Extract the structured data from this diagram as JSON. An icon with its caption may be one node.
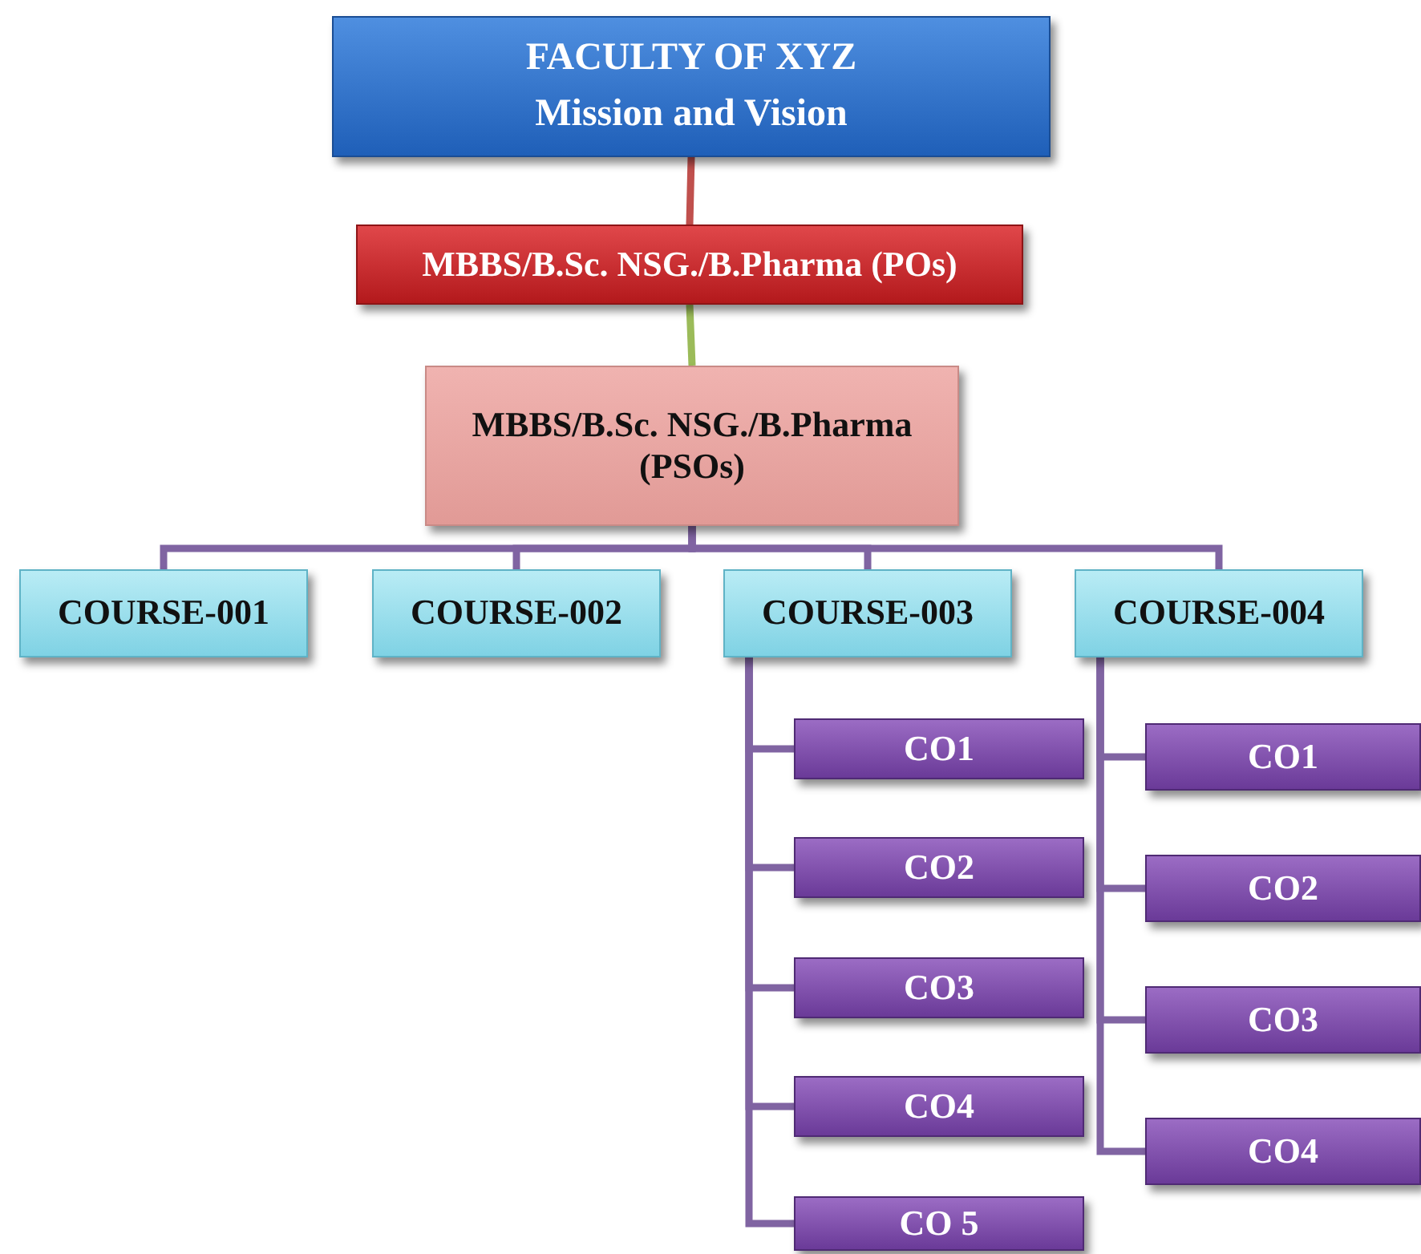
{
  "diagram": {
    "nodes": [
      {
        "text": [
          "FACULTY OF XYZ",
          "Mission and Vision"
        ]
      },
      {
        "text": [
          "MBBS/B.Sc. NSG./B.Pharma (POs)"
        ]
      },
      {
        "text": [
          "MBBS/B.Sc. NSG./B.Pharma (PSOs)"
        ]
      },
      {
        "text": [
          "COURSE-001"
        ]
      },
      {
        "text": [
          "COURSE-002"
        ]
      },
      {
        "text": [
          "COURSE-003"
        ]
      },
      {
        "text": [
          "COURSE-004"
        ]
      },
      {
        "text": [
          "CO1"
        ]
      },
      {
        "text": [
          "CO2"
        ]
      },
      {
        "text": [
          "CO3"
        ]
      },
      {
        "text": [
          "CO4"
        ]
      },
      {
        "text": [
          "CO 5"
        ]
      },
      {
        "text": [
          "CO1"
        ]
      },
      {
        "text": [
          "CO2"
        ]
      },
      {
        "text": [
          "CO3"
        ]
      },
      {
        "text": [
          "CO4"
        ]
      }
    ],
    "edges": [
      {
        "from": 0,
        "to": 1,
        "arrow": "none",
        "color": "#c0504d"
      },
      {
        "from": 1,
        "to": 2,
        "arrow": "none",
        "color": "#9bbb59"
      },
      {
        "from": 2,
        "to": 3,
        "arrow": "none"
      },
      {
        "from": 2,
        "to": 4,
        "arrow": "none"
      },
      {
        "from": 2,
        "to": 5,
        "arrow": "none"
      },
      {
        "from": 2,
        "to": 6,
        "arrow": "none"
      },
      {
        "from": 5,
        "to": 7,
        "arrow": "none"
      },
      {
        "from": 5,
        "to": 8,
        "arrow": "none"
      },
      {
        "from": 5,
        "to": 9,
        "arrow": "none"
      },
      {
        "from": 5,
        "to": 10,
        "arrow": "none"
      },
      {
        "from": 5,
        "to": 11,
        "arrow": "none"
      },
      {
        "from": 6,
        "to": 12,
        "arrow": "none"
      },
      {
        "from": 6,
        "to": 13,
        "arrow": "none"
      },
      {
        "from": 6,
        "to": 14,
        "arrow": "none"
      },
      {
        "from": 6,
        "to": 15,
        "arrow": "none"
      }
    ]
  }
}
